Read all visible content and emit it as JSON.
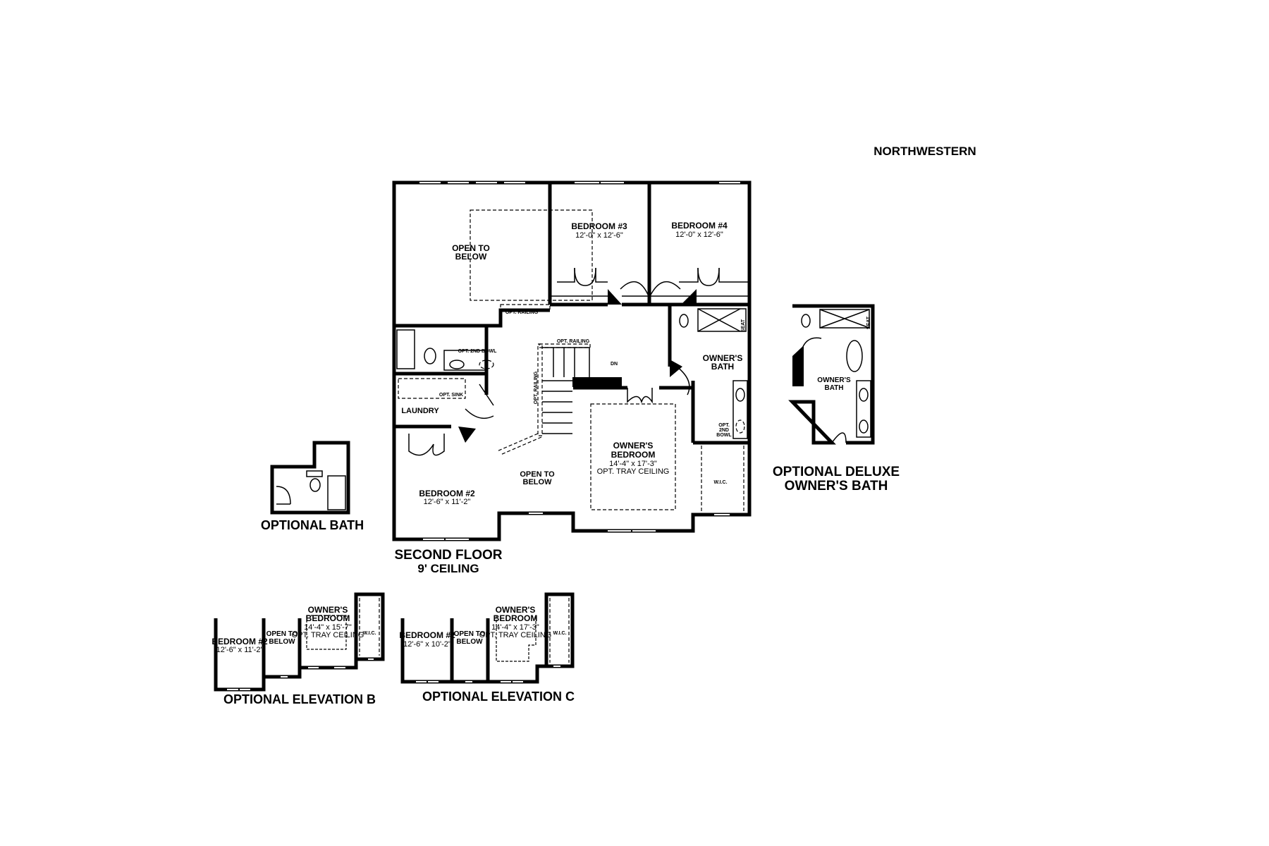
{
  "plan_name": "NORTHWESTERN",
  "main_plan": {
    "title_line1": "SECOND FLOOR",
    "title_line2": "9' CEILING",
    "rooms": {
      "open_to_below_top": [
        "OPEN TO",
        "BELOW"
      ],
      "bedroom3": {
        "name": "BEDROOM #3",
        "size": "12'-0\" x 12'-6\""
      },
      "bedroom4": {
        "name": "BEDROOM #4",
        "size": "12'-0\" x 12'-6\""
      },
      "owners_bath": [
        "OWNER'S",
        "BATH"
      ],
      "laundry": "LAUNDRY",
      "bedroom2": {
        "name": "BEDROOM #2",
        "size": "12'-6\" x 11'-2\""
      },
      "open_to_below_mid": [
        "OPEN TO",
        "BELOW"
      ],
      "owners_bedroom": {
        "line1": "OWNER'S",
        "line2": "BEDROOM",
        "size": "14'-4\" x 17'-3\"",
        "note": "OPT. TRAY CEILING"
      },
      "wic": "W.I.C."
    },
    "notes": {
      "opt_railing_1": "OPT. RAILING",
      "opt_railing_2": "OPT. RAILING",
      "opt_railing_3": "OPT. RAILING",
      "opt_2nd_bowl": "OPT. 2ND BOWL",
      "opt_sink": "OPT. SINK",
      "dn": "DN",
      "seat": "SEAT",
      "opt_2nd_bowl_owner": [
        "OPT.",
        "2ND",
        "BOWL"
      ]
    }
  },
  "optional_bath": {
    "title": "OPTIONAL BATH"
  },
  "optional_deluxe_bath": {
    "title_line1": "OPTIONAL DELUXE",
    "title_line2": "OWNER'S BATH",
    "room": [
      "OWNER'S",
      "BATH"
    ],
    "seat": "SEAT"
  },
  "elevation_b": {
    "title": "OPTIONAL ELEVATION B",
    "bedroom2": {
      "name": "BEDROOM #2",
      "size": "12'-6\" x 11'-2\""
    },
    "open_to_below": [
      "OPEN TO",
      "BELOW"
    ],
    "owners_bedroom": {
      "line1": "OWNER'S",
      "line2": "BEDROOM",
      "size": "14'-4\" x 15'-7\"",
      "note": "OPT. TRAY CEILING"
    },
    "wic": "W.I.C."
  },
  "elevation_c": {
    "title": "OPTIONAL ELEVATION C",
    "bedroom2": {
      "name": "BEDROOM #2",
      "size": "12'-6\" x 10'-2\""
    },
    "open_to_below": [
      "OPEN TO",
      "BELOW"
    ],
    "owners_bedroom": {
      "line1": "OWNER'S",
      "line2": "BEDROOM",
      "size": "14'-4\" x 17'-3\"",
      "note": "OPT. TRAY CEILING"
    },
    "wic": "W.I.C."
  }
}
